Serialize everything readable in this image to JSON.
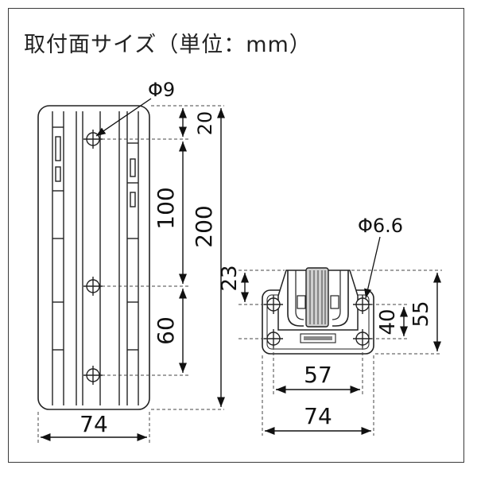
{
  "title": "取付面サイズ（単位：mm）",
  "left_view": {
    "hole_label": "Φ9",
    "dim_top": "20",
    "dim_pitch": "100",
    "dim_total": "200",
    "dim_bottom": "60",
    "dim_width": "74"
  },
  "right_view": {
    "hole_label": "Φ6.6",
    "dim_top": "23",
    "dim_inner_height": "40",
    "dim_outer_height": "55",
    "dim_pitch": "57",
    "dim_width": "74"
  }
}
